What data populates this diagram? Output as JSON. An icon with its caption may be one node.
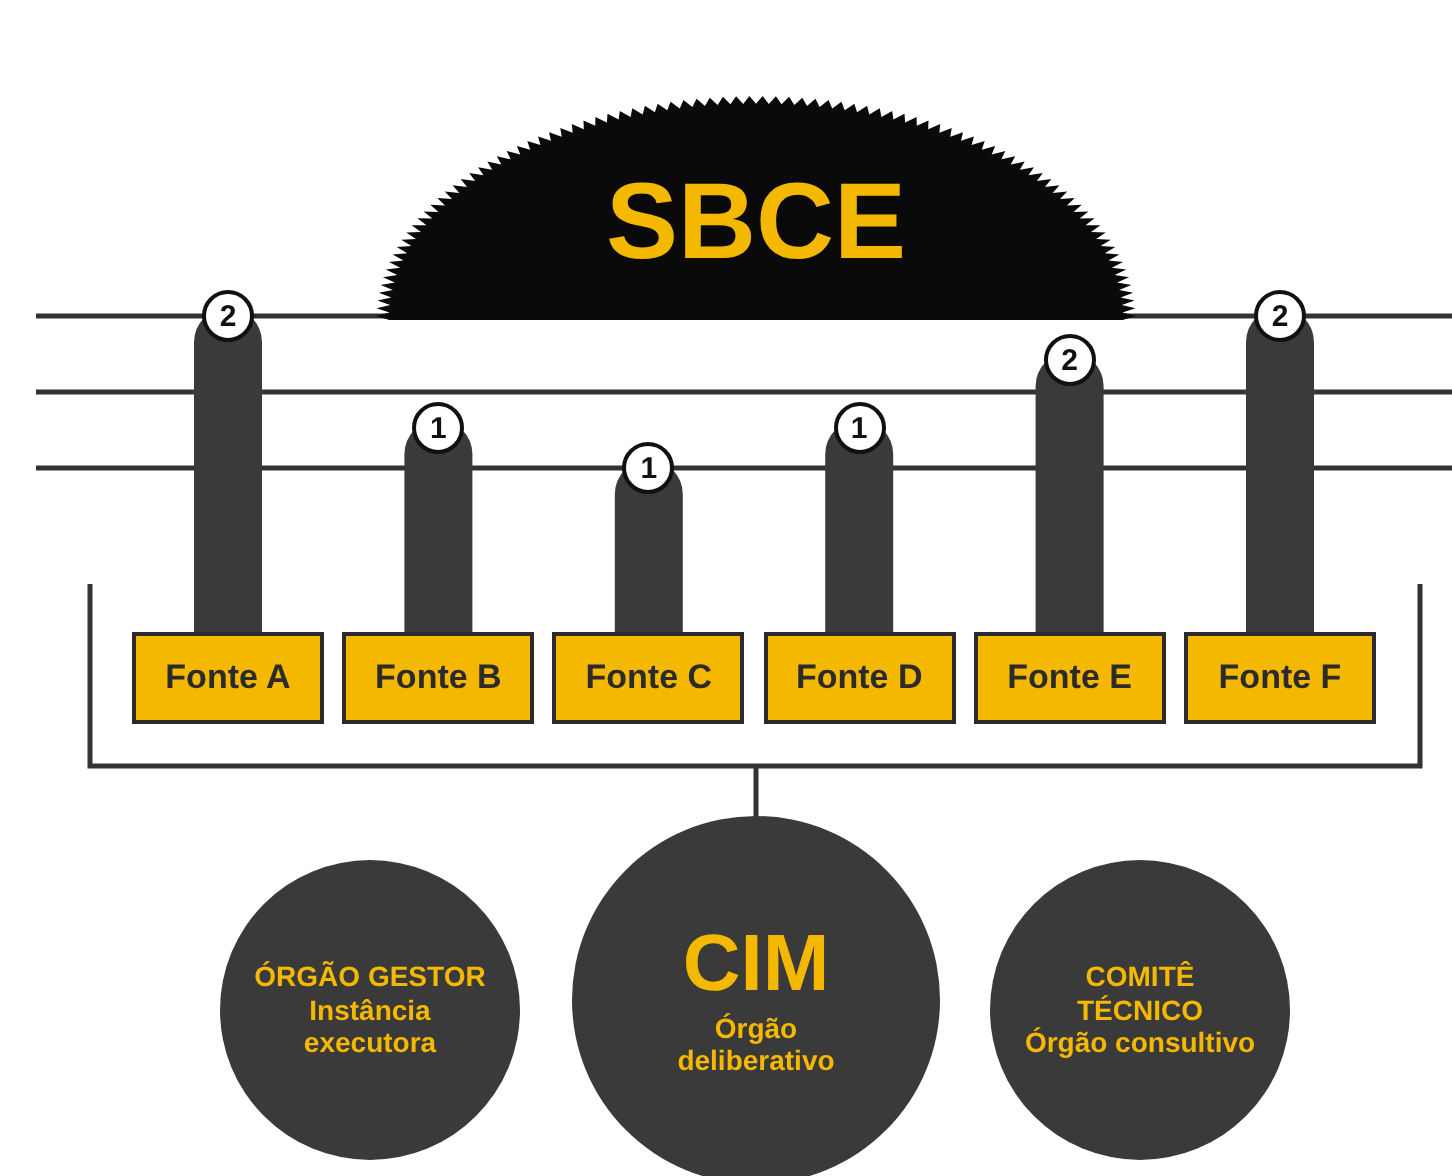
{
  "diagram": {
    "nodes": [
      {
        "text": [
          "SBCE"
        ]
      },
      {
        "text": [
          "2"
        ]
      },
      {
        "text": [
          "1"
        ]
      },
      {
        "text": [
          "1"
        ]
      },
      {
        "text": [
          "1"
        ]
      },
      {
        "text": [
          "2"
        ]
      },
      {
        "text": [
          "2"
        ]
      },
      {
        "text": [
          "Fonte A"
        ]
      },
      {
        "text": [
          "Fonte B"
        ]
      },
      {
        "text": [
          "Fonte C"
        ]
      },
      {
        "text": [
          "Fonte D"
        ]
      },
      {
        "text": [
          "Fonte E"
        ]
      },
      {
        "text": [
          "Fonte F"
        ]
      },
      {
        "text": [
          "ÓRGÃO GESTOR",
          "Instância executora"
        ]
      },
      {
        "text": [
          "CIM",
          "Órgão deliberativo"
        ]
      },
      {
        "text": [
          "COMITÊ TÉCNICO",
          "Órgão consultivo"
        ]
      }
    ],
    "edges": [
      {
        "from": 1,
        "to": 7,
        "arrow": "none"
      },
      {
        "from": 2,
        "to": 8,
        "arrow": "none"
      },
      {
        "from": 3,
        "to": 9,
        "arrow": "none"
      },
      {
        "from": 4,
        "to": 10,
        "arrow": "none"
      },
      {
        "from": 5,
        "to": 11,
        "arrow": "none"
      },
      {
        "from": 6,
        "to": 12,
        "arrow": "none"
      }
    ]
  }
}
